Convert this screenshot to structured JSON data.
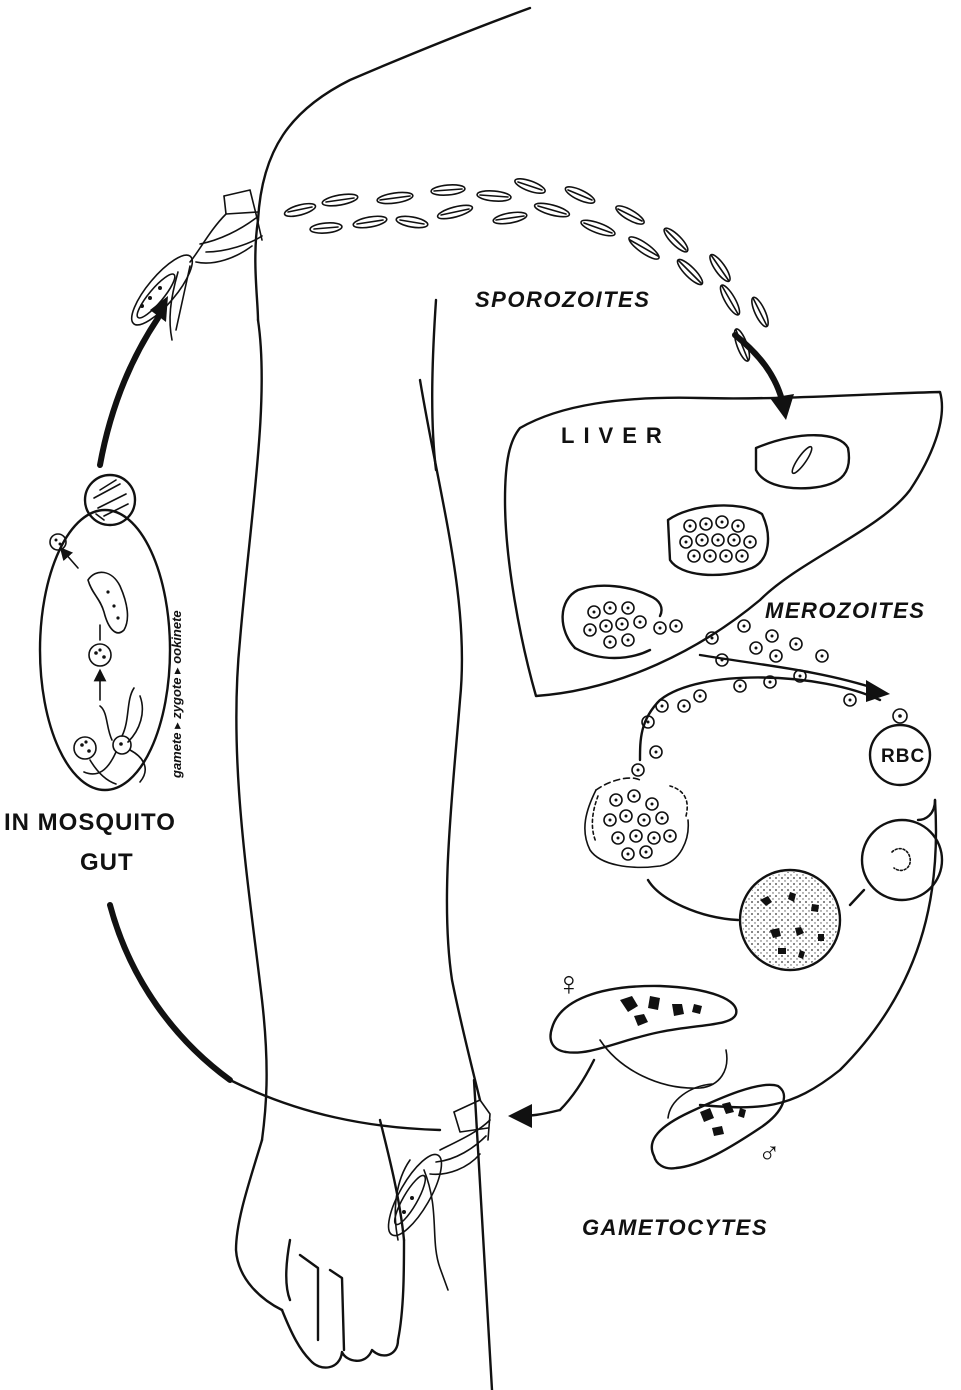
{
  "labels": {
    "sporozoites": "SPOROZOITES",
    "liver": "LIVER",
    "merozoites": "MEROZOITES",
    "rbc": "RBC",
    "mosquito_gut_line1": "IN MOSQUITO",
    "mosquito_gut_line2": "GUT",
    "gametocytes": "GAMETOCYTES",
    "gut_stages": "gamete ▸ zygote ▸ ookinete",
    "female_symbol": "♀",
    "male_symbol": "♂"
  },
  "colors": {
    "ink": "#111111",
    "paper": "#ffffff"
  }
}
